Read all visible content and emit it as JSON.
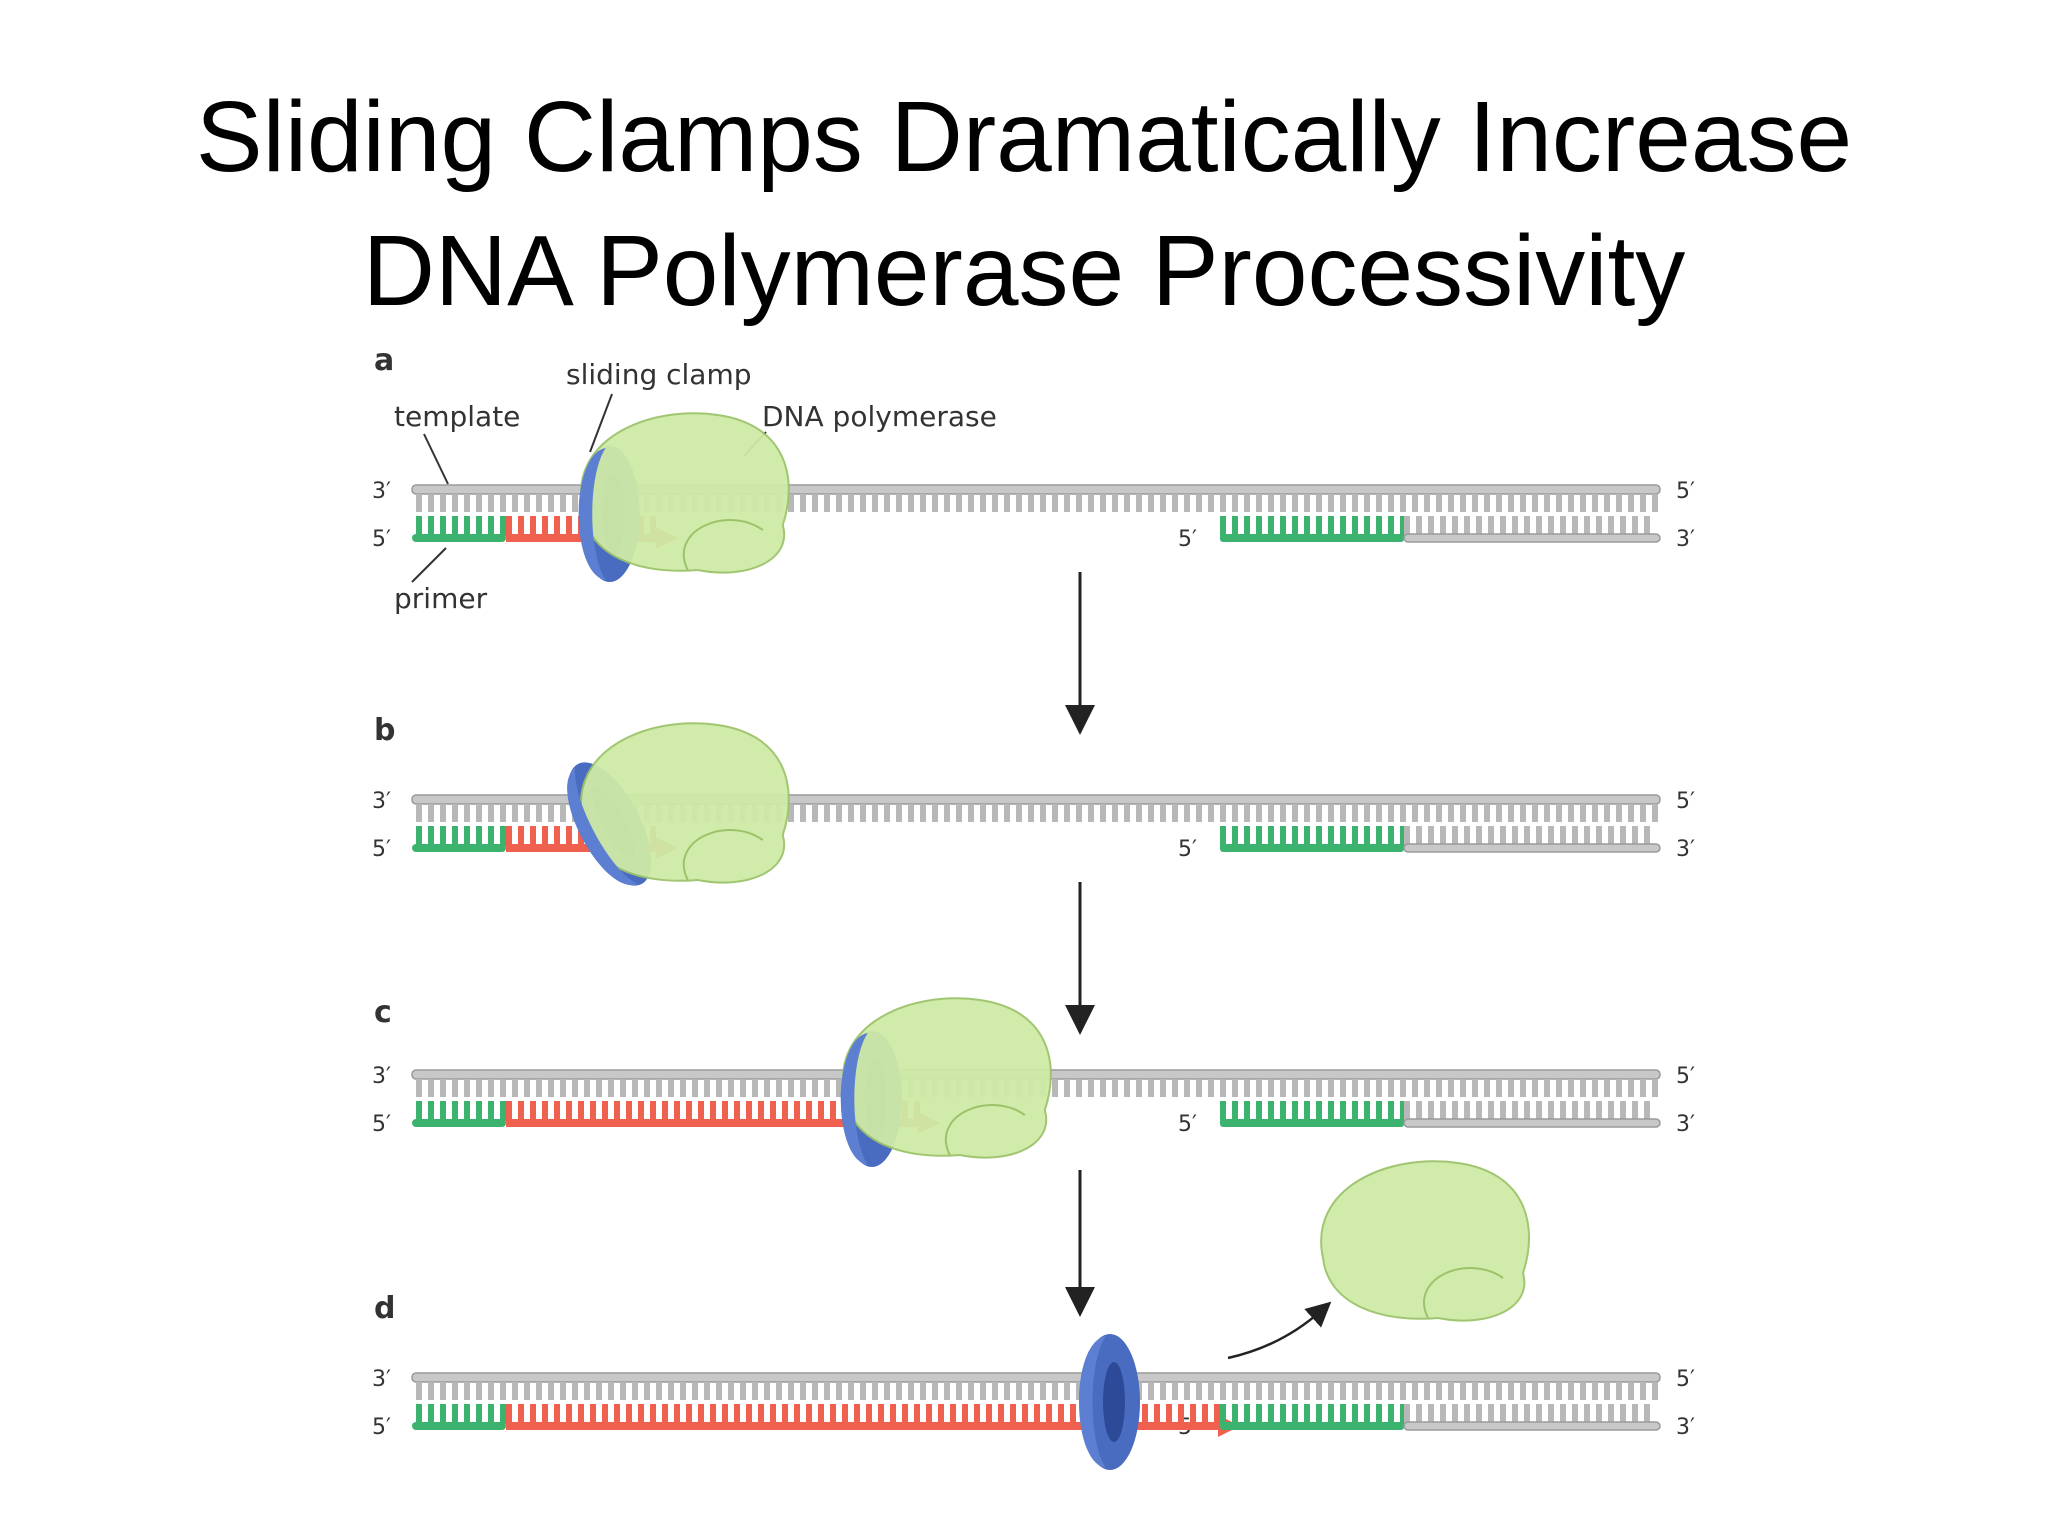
{
  "slide": {
    "title_line1": "Sliding Clamps Dramatically Increase",
    "title_line2": "DNA Polymerase Processivity"
  },
  "diagram": {
    "panel_labels": [
      "a",
      "b",
      "c",
      "d"
    ],
    "labels": {
      "sliding_clamp": "sliding clamp",
      "template": "template",
      "dna_polymerase": "DNA polymerase",
      "primer": "primer"
    },
    "end_labels": {
      "three_prime": "3′",
      "five_prime": "5′"
    },
    "panels": [
      {
        "id": "a",
        "primer_extension": 0.12,
        "clamp_state": "closed",
        "polymerase": "bound"
      },
      {
        "id": "b",
        "primer_extension": 0.12,
        "clamp_state": "loading",
        "polymerase": "bound"
      },
      {
        "id": "c",
        "primer_extension": 0.33,
        "clamp_state": "closed",
        "polymerase": "bound"
      },
      {
        "id": "d",
        "primer_extension": 0.61,
        "clamp_state": "closed",
        "polymerase": "released"
      }
    ],
    "colors": {
      "template": "#c8c8c8",
      "primer": "#3bb36e",
      "new_strand": "#f0604e",
      "clamp": "#4a6cc0",
      "polymerase": "#cfeaa6"
    }
  }
}
